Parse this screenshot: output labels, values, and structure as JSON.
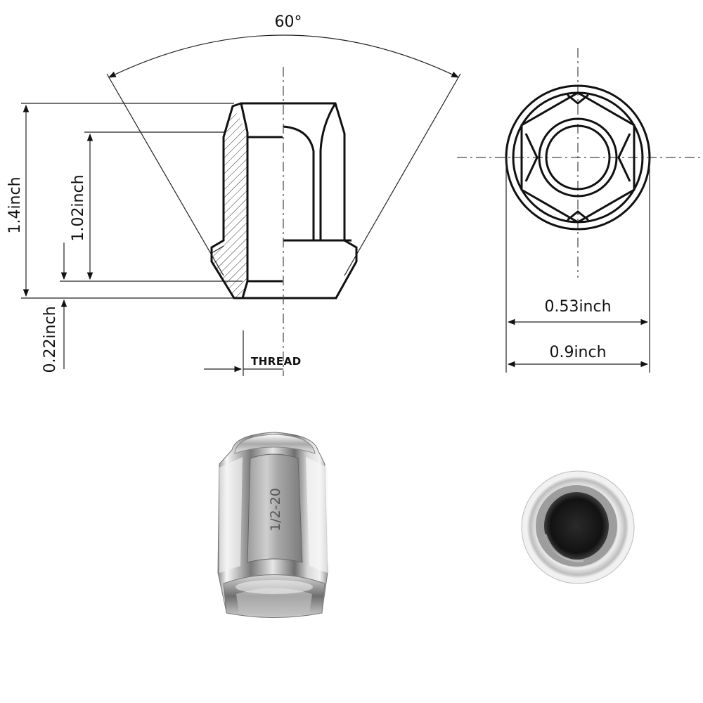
{
  "diagram": {
    "angle_label": "60°",
    "height_total_label": "1.4inch",
    "height_inner_label": "1.02inch",
    "bottom_offset_label": "0.22inch",
    "thread_label": "THREAD",
    "inner_diameter_label": "0.53inch",
    "outer_diameter_label": "0.9inch"
  },
  "photo": {
    "thread_stamp": "1/2-20"
  },
  "colors": {
    "line": "#111111",
    "chrome_light": "#f4f4f4",
    "chrome_dark": "#6a6a6a",
    "bore_dark": "#1a1a1a"
  }
}
